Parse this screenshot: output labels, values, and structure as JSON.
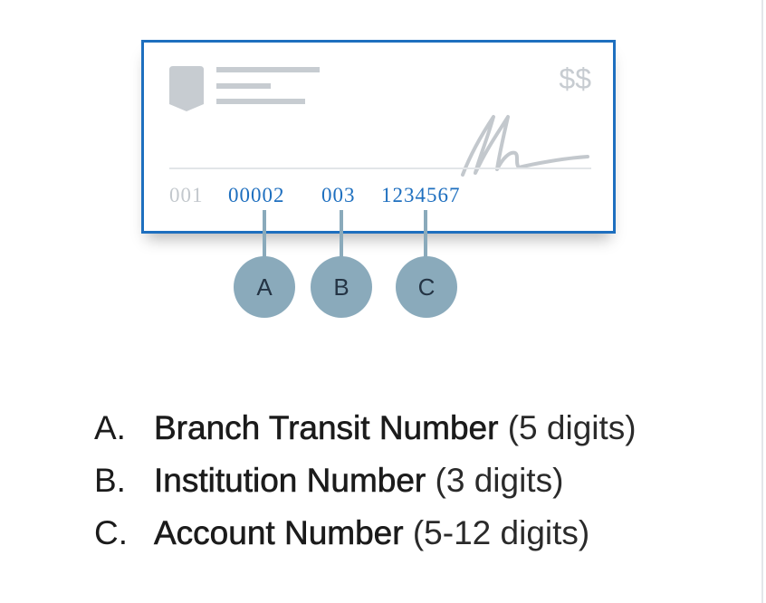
{
  "cheque": {
    "currency_symbol": "$$",
    "cheque_number": "001",
    "transit_number": "00002",
    "institution_number": "003",
    "account_number": "1234567"
  },
  "callouts": [
    {
      "letter": "A"
    },
    {
      "letter": "B"
    },
    {
      "letter": "C"
    }
  ],
  "legend": [
    {
      "letter": "A.",
      "name": "Branch Transit Number",
      "note": "(5 digits)"
    },
    {
      "letter": "B.",
      "name": "Institution Number",
      "note": "(3 digits)"
    },
    {
      "letter": "C.",
      "name": "Account Number",
      "note": "(5-12 digits)"
    }
  ],
  "colors": {
    "accent_blue": "#1e6fbf",
    "callout_fill": "#8aaabb",
    "placeholder_gray": "#c7ccd1"
  },
  "icons": {
    "bank_logo": "shield-logo-icon",
    "signature": "signature-scribble-icon"
  }
}
